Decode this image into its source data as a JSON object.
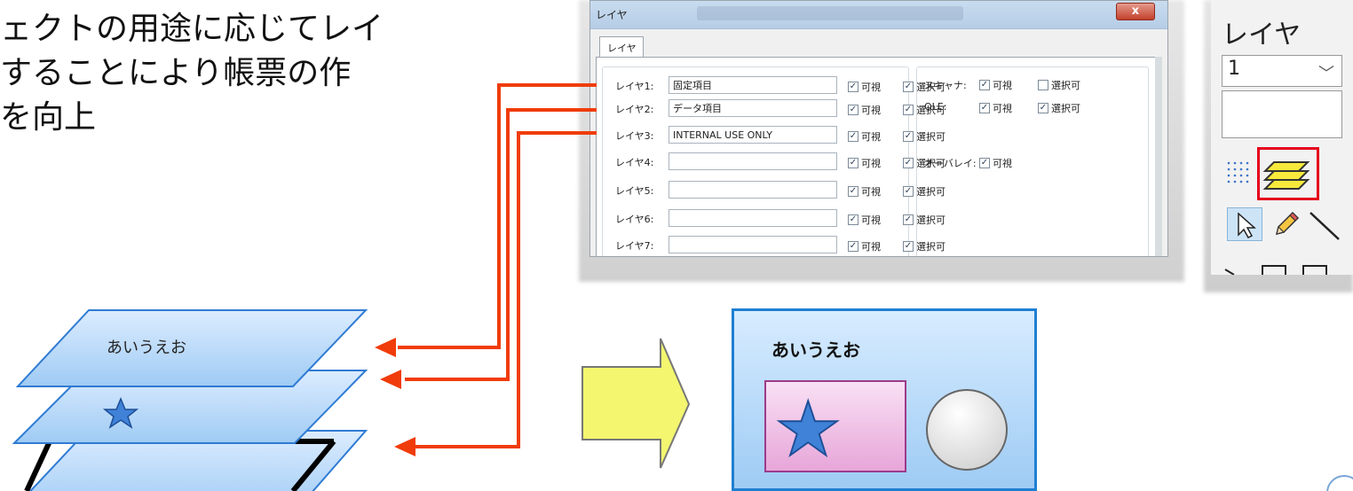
{
  "slide": {
    "lines": [
      "ェクトの用途に応じてレイ",
      "することにより帳票の作",
      "を向上"
    ]
  },
  "dialog": {
    "title": "レイヤ",
    "close_label": "x",
    "tab_label": "レイヤ",
    "visible_label": "可視",
    "selectable_label": "選択可",
    "layers": [
      {
        "label": "レイヤ1:",
        "value": "固定項目",
        "visible": true,
        "selectable": true
      },
      {
        "label": "レイヤ2:",
        "value": "データ項目",
        "visible": true,
        "selectable": true
      },
      {
        "label": "レイヤ3:",
        "value": "INTERNAL USE ONLY",
        "visible": true,
        "selectable": true
      },
      {
        "label": "レイヤ4:",
        "value": "",
        "visible": true,
        "selectable": true
      },
      {
        "label": "レイヤ5:",
        "value": "",
        "visible": true,
        "selectable": true
      },
      {
        "label": "レイヤ6:",
        "value": "",
        "visible": true,
        "selectable": true
      },
      {
        "label": "レイヤ7:",
        "value": "",
        "visible": true,
        "selectable": true
      }
    ],
    "scanner": {
      "label": "スキャナ:",
      "visible": true,
      "selectable": false
    },
    "ole": {
      "label": "OLE:",
      "visible": true,
      "selectable": true
    },
    "overlay": {
      "label": "オーバレイ:",
      "visible": true
    }
  },
  "palette": {
    "title": "レイヤ",
    "selected_layer": "1",
    "chevron": "﹀"
  },
  "diagram": {
    "top_layer_text": "あいうえお",
    "result_title": "あいうえお"
  },
  "colors": {
    "connector": "#f03c0a",
    "arrow_fill": "#f3f66e",
    "highlight": "#e4001b"
  },
  "icons": [
    "dots-grid-icon",
    "layers-icon",
    "pointer-arrow-icon",
    "pencil-icon",
    "line-tool-icon",
    "star-icon",
    "circle-shape"
  ]
}
